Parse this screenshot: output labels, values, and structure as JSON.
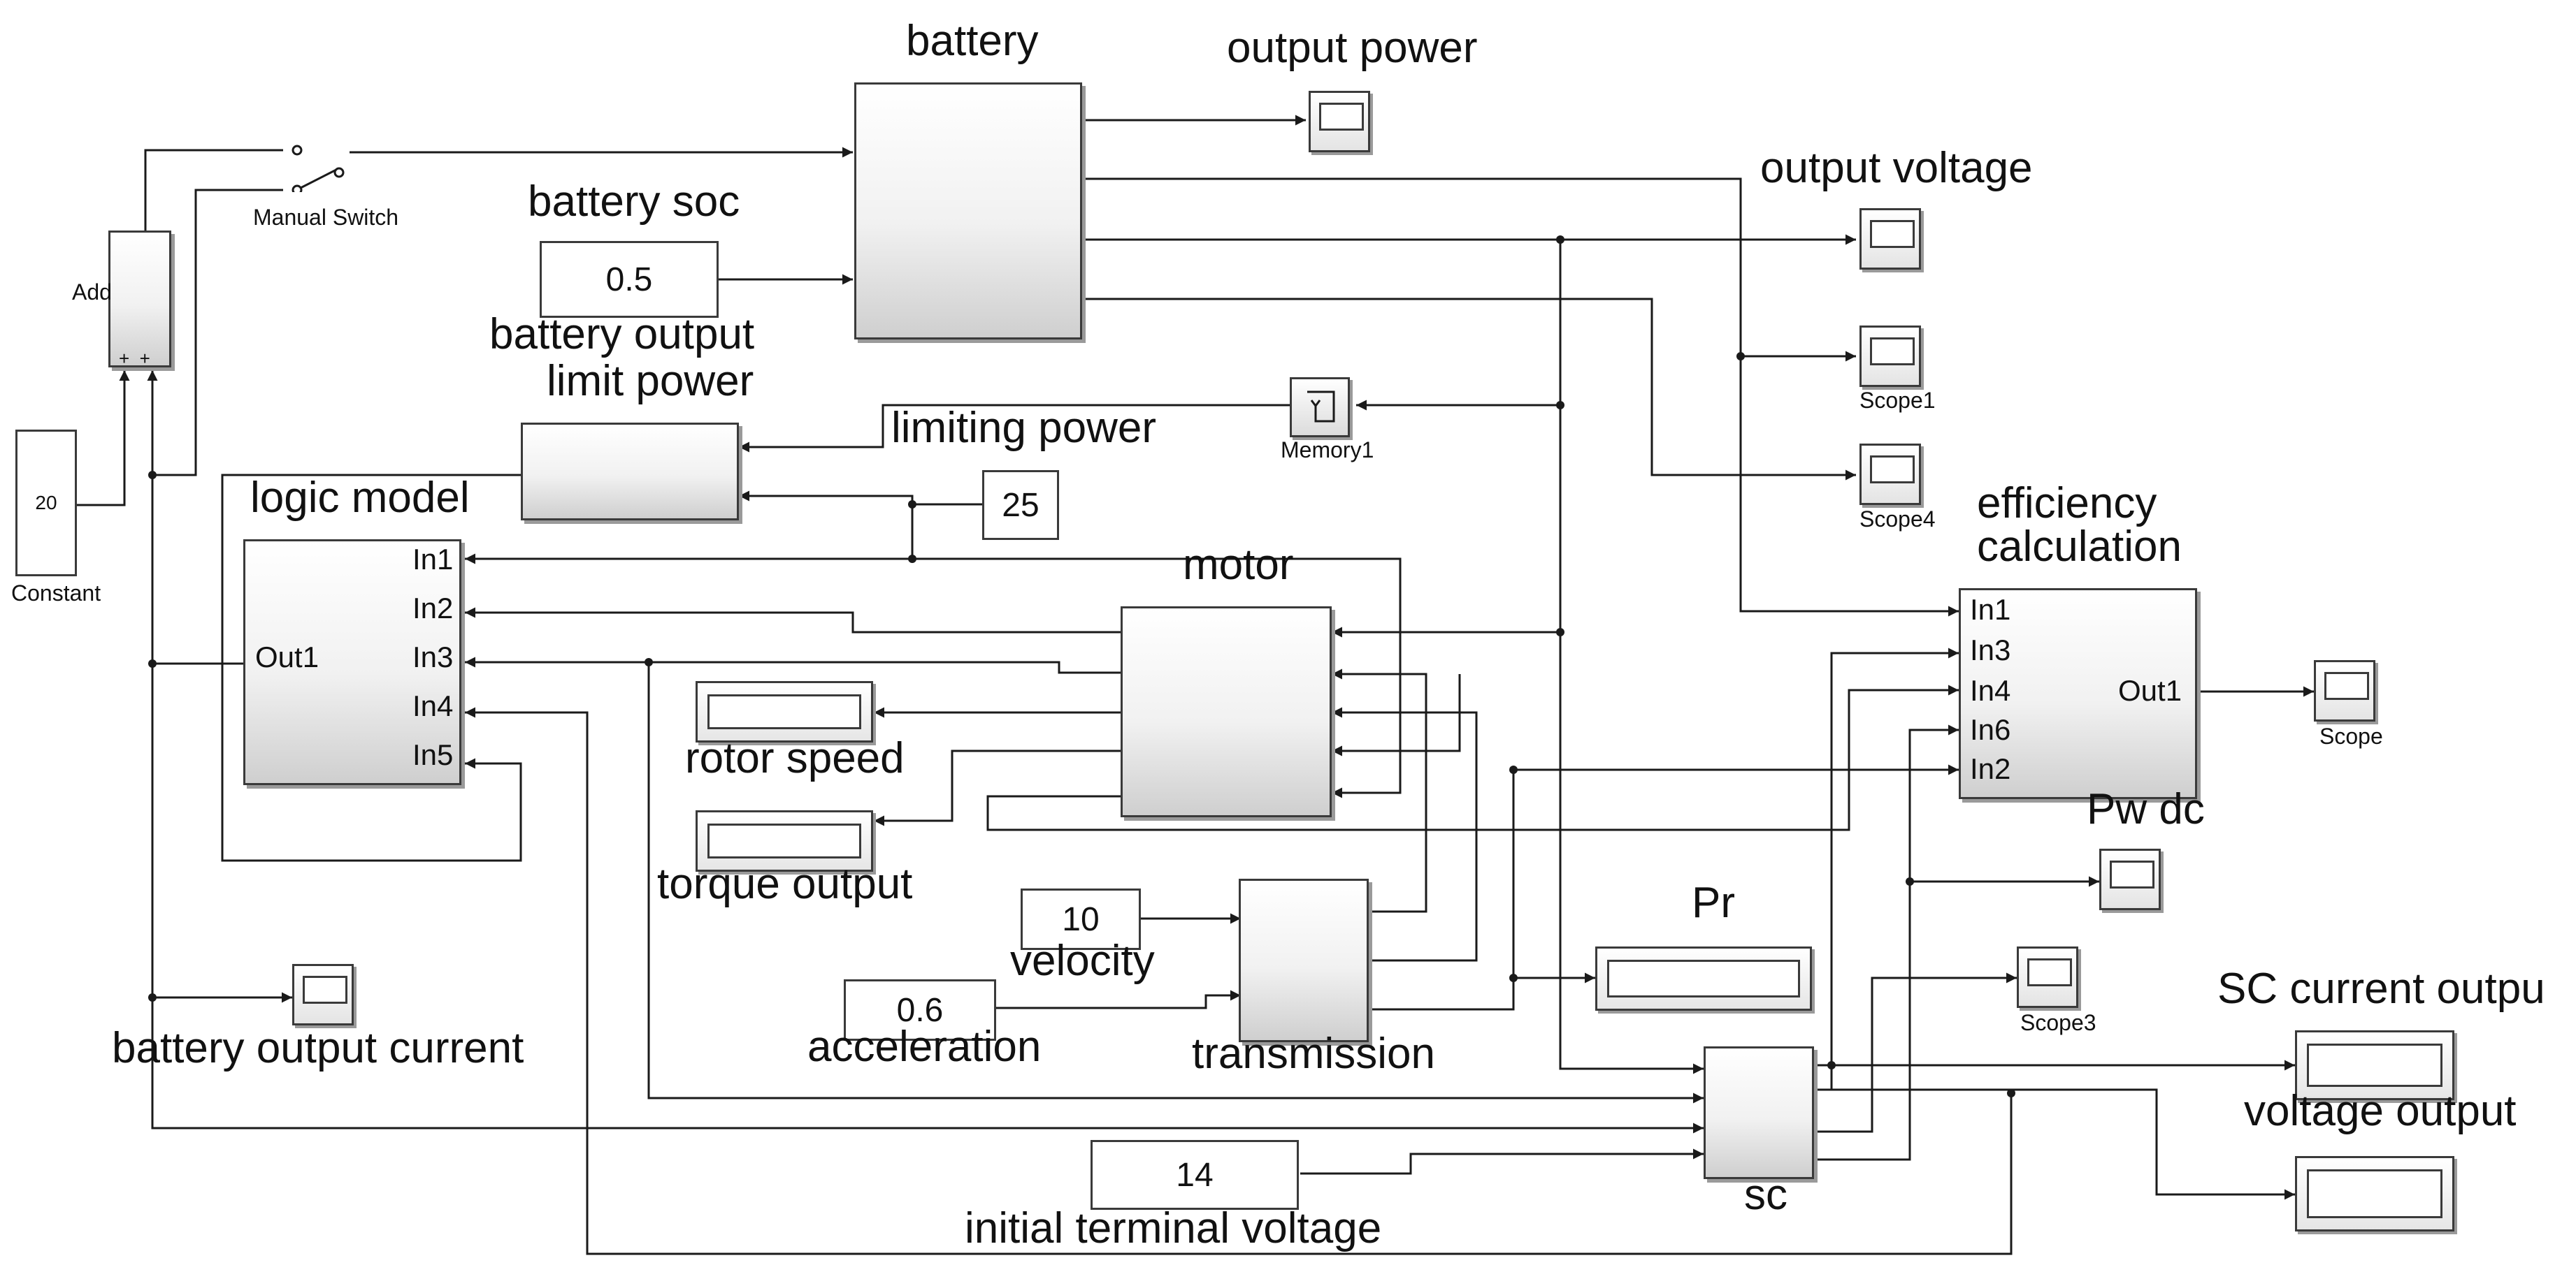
{
  "blocks": {
    "battery": "battery",
    "battery_soc": "battery soc",
    "battery_soc_value": "0.5",
    "output_power": "output power",
    "output_voltage": "output voltage",
    "scope1": "Scope1",
    "scope4": "Scope4",
    "scope": "Scope",
    "scope3": "Scope3",
    "memory1": "Memory1",
    "limit_power_line1": "battery output",
    "limit_power_line2": "limit power",
    "limiting_power": "limiting power",
    "limit_value": "25",
    "logic_model": "logic model",
    "manual_switch": "Manual Switch",
    "add": "Add",
    "add_signs": "+  +",
    "constant": "Constant",
    "constant_value": "20",
    "motor": "motor",
    "rotor_speed": "rotor speed",
    "torque_output": "torque output",
    "velocity": "velocity",
    "velocity_value": "10",
    "acceleration": "acceleration",
    "acceleration_value": "0.6",
    "transmission": "transmission",
    "efficiency_line1": "efficiency",
    "efficiency_line2": "calculation",
    "pw_dc": "Pw dc",
    "pr": "Pr",
    "sc": "sc",
    "sc_current_output": "SC current outpu",
    "voltage_output": "voltage output",
    "initial_terminal_voltage": "initial terminal voltage",
    "initial_voltage_value": "14",
    "battery_output_current": "battery output current"
  },
  "ports": {
    "logic_in1": "In1",
    "logic_in2": "In2",
    "logic_in3": "In3",
    "logic_in4": "In4",
    "logic_in5": "In5",
    "logic_out1": "Out1",
    "eff_in1": "In1",
    "eff_in3": "In3",
    "eff_in4": "In4",
    "eff_in6": "In6",
    "eff_in2": "In2",
    "eff_out1": "Out1"
  },
  "colors": {
    "line": "#1a1a1a",
    "block_border": "#3a3a3a",
    "shadow": "#9a9a9a"
  }
}
